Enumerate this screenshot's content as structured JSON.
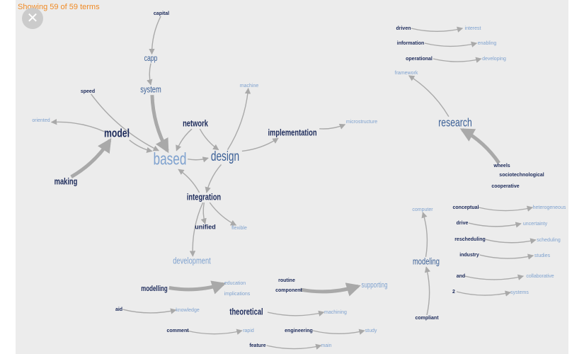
{
  "status_text": "Showing 59 of 59 terms",
  "close_icon": "close-icon",
  "colors": {
    "background": "#ececec",
    "dark_term": "#1c2a5a",
    "mid_term": "#3a5f96",
    "light_term": "#7fa2cf",
    "edge": "#a9a9a9",
    "status": "#f08a24"
  },
  "terms": [
    {
      "id": "capital",
      "label": "capital",
      "tone": "dark"
    },
    {
      "id": "capp",
      "label": "capp",
      "tone": "mid"
    },
    {
      "id": "system",
      "label": "system",
      "tone": "mid"
    },
    {
      "id": "speed",
      "label": "speed",
      "tone": "dark"
    },
    {
      "id": "oriented",
      "label": "oriented",
      "tone": "light"
    },
    {
      "id": "model",
      "label": "model",
      "tone": "dark"
    },
    {
      "id": "making",
      "label": "making",
      "tone": "dark"
    },
    {
      "id": "based",
      "label": "based",
      "tone": "light"
    },
    {
      "id": "network",
      "label": "network",
      "tone": "dark"
    },
    {
      "id": "design",
      "label": "design",
      "tone": "mid"
    },
    {
      "id": "machine",
      "label": "machine",
      "tone": "light"
    },
    {
      "id": "implementation",
      "label": "implementation",
      "tone": "dark"
    },
    {
      "id": "microstructure",
      "label": "microstructure",
      "tone": "light"
    },
    {
      "id": "integration",
      "label": "integration",
      "tone": "dark"
    },
    {
      "id": "unified",
      "label": "unified",
      "tone": "dark"
    },
    {
      "id": "flexible",
      "label": "flexible",
      "tone": "light"
    },
    {
      "id": "development",
      "label": "development",
      "tone": "light"
    },
    {
      "id": "driven",
      "label": "driven",
      "tone": "dark"
    },
    {
      "id": "interest",
      "label": "interest",
      "tone": "light"
    },
    {
      "id": "information",
      "label": "information",
      "tone": "dark"
    },
    {
      "id": "enabling",
      "label": "enabling",
      "tone": "light"
    },
    {
      "id": "operational",
      "label": "operational",
      "tone": "dark"
    },
    {
      "id": "developing",
      "label": "developing",
      "tone": "light"
    },
    {
      "id": "framework",
      "label": "framework",
      "tone": "light"
    },
    {
      "id": "research",
      "label": "research",
      "tone": "mid"
    },
    {
      "id": "wheels",
      "label": "wheels",
      "tone": "dark"
    },
    {
      "id": "sociotechnological",
      "label": "sociotechnological",
      "tone": "dark"
    },
    {
      "id": "cooperative",
      "label": "cooperative",
      "tone": "dark"
    },
    {
      "id": "computer",
      "label": "computer",
      "tone": "light"
    },
    {
      "id": "conceptual",
      "label": "conceptual",
      "tone": "dark"
    },
    {
      "id": "heterogeneous",
      "label": "heterogeneous",
      "tone": "light"
    },
    {
      "id": "drive",
      "label": "drive",
      "tone": "dark"
    },
    {
      "id": "uncertainty",
      "label": "uncertainty",
      "tone": "light"
    },
    {
      "id": "rescheduling",
      "label": "rescheduling",
      "tone": "dark"
    },
    {
      "id": "scheduling",
      "label": "scheduling",
      "tone": "light"
    },
    {
      "id": "modeling",
      "label": "modeling",
      "tone": "mid"
    },
    {
      "id": "industry",
      "label": "industry",
      "tone": "dark"
    },
    {
      "id": "studies",
      "label": "studies",
      "tone": "light"
    },
    {
      "id": "and",
      "label": "and",
      "tone": "dark"
    },
    {
      "id": "collaborative",
      "label": "collaborative",
      "tone": "light"
    },
    {
      "id": "num2",
      "label": "2",
      "tone": "dark"
    },
    {
      "id": "systems",
      "label": "systems",
      "tone": "light"
    },
    {
      "id": "compliant",
      "label": "compliant",
      "tone": "dark"
    },
    {
      "id": "modelling",
      "label": "modelling",
      "tone": "dark"
    },
    {
      "id": "education",
      "label": "education",
      "tone": "light"
    },
    {
      "id": "implications",
      "label": "implications",
      "tone": "light"
    },
    {
      "id": "routine",
      "label": "routine",
      "tone": "dark"
    },
    {
      "id": "component",
      "label": "component",
      "tone": "dark"
    },
    {
      "id": "supporting",
      "label": "supporting",
      "tone": "light"
    },
    {
      "id": "aid",
      "label": "aid",
      "tone": "dark"
    },
    {
      "id": "knowledge",
      "label": "knowledge",
      "tone": "light"
    },
    {
      "id": "theoretical",
      "label": "theoretical",
      "tone": "dark"
    },
    {
      "id": "machining",
      "label": "machining",
      "tone": "light"
    },
    {
      "id": "comment",
      "label": "comment",
      "tone": "dark"
    },
    {
      "id": "rapid",
      "label": "rapid",
      "tone": "light"
    },
    {
      "id": "engineering",
      "label": "engineering",
      "tone": "dark"
    },
    {
      "id": "study",
      "label": "study",
      "tone": "light"
    },
    {
      "id": "feature",
      "label": "feature",
      "tone": "dark"
    },
    {
      "id": "main",
      "label": "main",
      "tone": "light"
    }
  ],
  "edges": [
    {
      "from": "capital",
      "to": "capp"
    },
    {
      "from": "capp",
      "to": "system"
    },
    {
      "from": "system",
      "to": "based",
      "weight": "heavy"
    },
    {
      "from": "speed",
      "to": "based"
    },
    {
      "from": "model",
      "to": "oriented"
    },
    {
      "from": "model",
      "to": "based"
    },
    {
      "from": "making",
      "to": "model",
      "weight": "heavy"
    },
    {
      "from": "based",
      "to": "design"
    },
    {
      "from": "network",
      "to": "based"
    },
    {
      "from": "network",
      "to": "design"
    },
    {
      "from": "design",
      "to": "machine"
    },
    {
      "from": "design",
      "to": "implementation"
    },
    {
      "from": "implementation",
      "to": "microstructure"
    },
    {
      "from": "design",
      "to": "integration"
    },
    {
      "from": "integration",
      "to": "based"
    },
    {
      "from": "integration",
      "to": "unified"
    },
    {
      "from": "integration",
      "to": "flexible"
    },
    {
      "from": "integration",
      "to": "development"
    },
    {
      "from": "driven",
      "to": "interest"
    },
    {
      "from": "information",
      "to": "enabling"
    },
    {
      "from": "operational",
      "to": "developing"
    },
    {
      "from": "research",
      "to": "framework"
    },
    {
      "from": "wheels",
      "to": "research",
      "weight": "heavy"
    },
    {
      "from": "compliant",
      "to": "modeling"
    },
    {
      "from": "modeling",
      "to": "computer"
    },
    {
      "from": "conceptual",
      "to": "heterogeneous"
    },
    {
      "from": "drive",
      "to": "uncertainty"
    },
    {
      "from": "rescheduling",
      "to": "scheduling"
    },
    {
      "from": "industry",
      "to": "studies"
    },
    {
      "from": "and",
      "to": "collaborative"
    },
    {
      "from": "num2",
      "to": "systems"
    },
    {
      "from": "modelling",
      "to": "education",
      "weight": "heavy"
    },
    {
      "from": "component",
      "to": "supporting",
      "weight": "heavy"
    },
    {
      "from": "aid",
      "to": "knowledge"
    },
    {
      "from": "theoretical",
      "to": "machining"
    },
    {
      "from": "comment",
      "to": "rapid"
    },
    {
      "from": "engineering",
      "to": "study"
    },
    {
      "from": "feature",
      "to": "main"
    }
  ]
}
